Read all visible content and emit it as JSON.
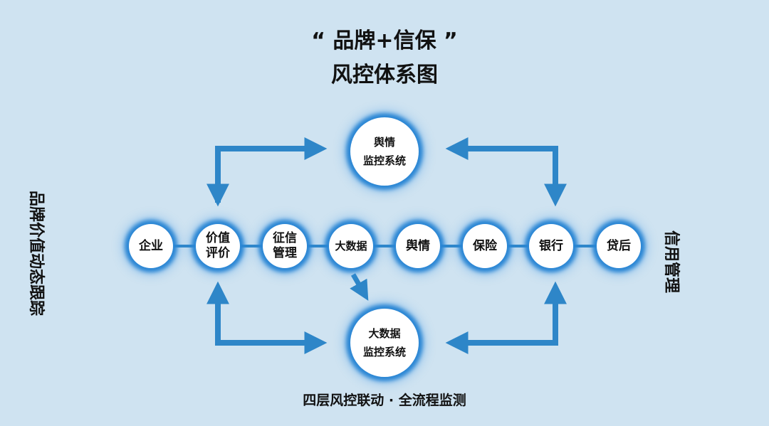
{
  "title": {
    "line1": "“ 品牌+信保 ”",
    "line2": "风控体系图"
  },
  "side_left": "品牌价值动态跟踪",
  "side_right": "信用管理",
  "bottom_caption": "四层风控联动 · 全流程监测",
  "top_system": {
    "line1": "舆情",
    "line2": "监控系统"
  },
  "bottom_system": {
    "line1": "大数据",
    "line2": "监控系统"
  },
  "chain": [
    {
      "line1": "企业",
      "line2": ""
    },
    {
      "line1": "价值",
      "line2": "评价"
    },
    {
      "line1": "征信",
      "line2": "管理"
    },
    {
      "line1": "大数据",
      "line2": ""
    },
    {
      "line1": "舆情",
      "line2": ""
    },
    {
      "line1": "保险",
      "line2": ""
    },
    {
      "line1": "银行",
      "line2": ""
    },
    {
      "line1": "贷后",
      "line2": ""
    }
  ],
  "colors": {
    "background": "#cfe3f1",
    "accent": "#2a86d4",
    "arrow": "#2e86c8"
  }
}
